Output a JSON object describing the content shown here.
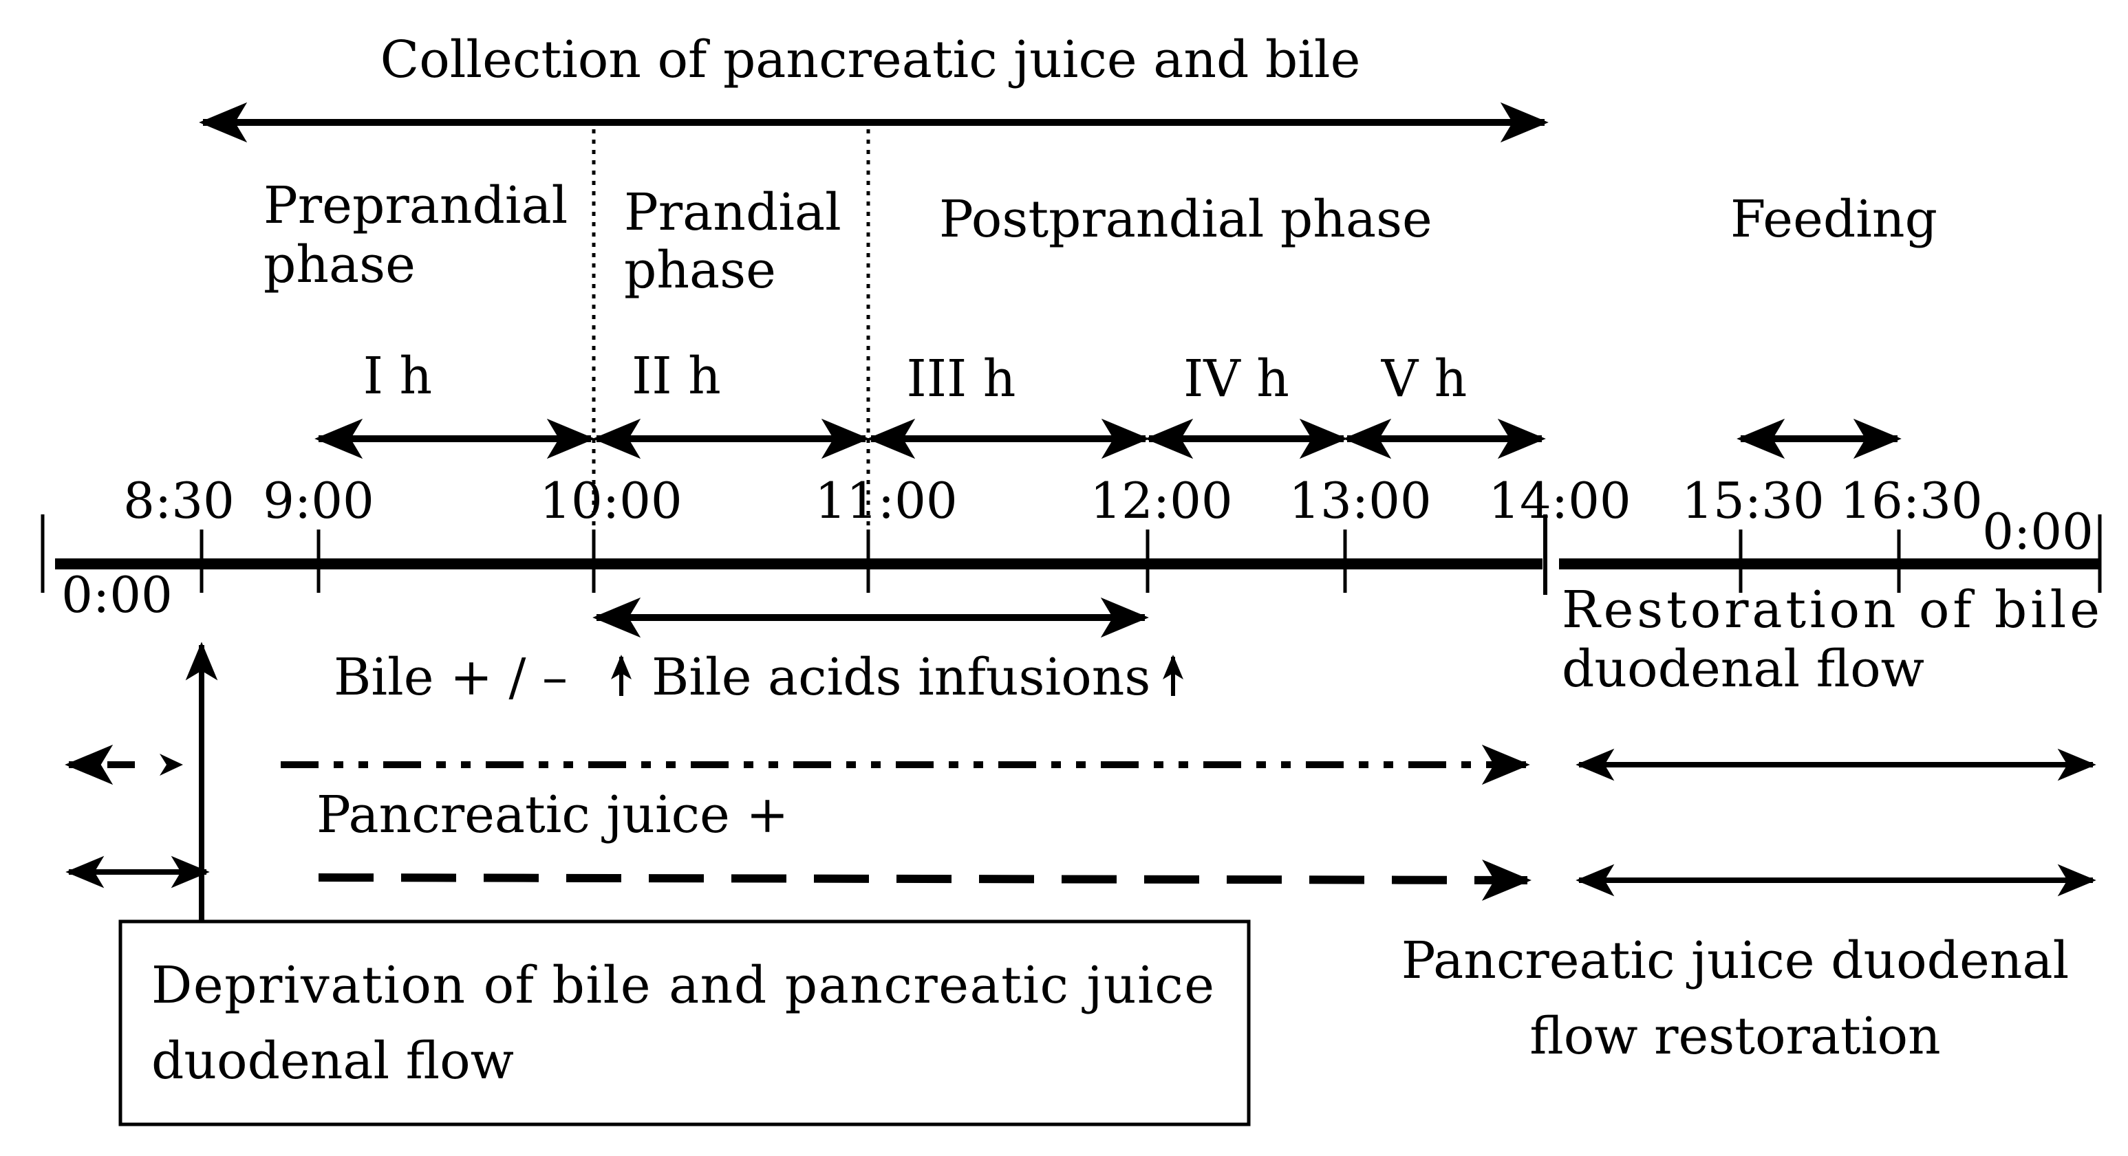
{
  "title": "Collection of pancreatic juice and bile",
  "phases": {
    "preprandial_line1": "Preprandial",
    "preprandial_line2": "phase",
    "prandial_line1": "Prandial",
    "prandial_line2": "phase",
    "postprandial": "Postprandial phase",
    "feeding": "Feeding"
  },
  "hours": [
    "I h",
    "II h",
    "III h",
    "IV h",
    "V h"
  ],
  "times": {
    "t0830": "8:30",
    "t0900": "9:00",
    "t1000": "10:00",
    "t1100": "11:00",
    "t1200": "12:00",
    "t1300": "13:00",
    "t1400": "14:00",
    "t1530": "15:30",
    "t1630": "16:30",
    "t0000_left": "0:00",
    "t0000_right": "0:00"
  },
  "bile_label": "Bile  + / –",
  "bile_acids_label": "Bile acids infusions",
  "restoration_bile_line1": "Restoration    of    bile",
  "restoration_bile_line2": "duodenal flow",
  "pancreatic_juice_label": "Pancreatic juice +",
  "deprivation_line1": "Deprivation  of  bile  and  pancreatic  juice",
  "deprivation_line2": "duodenal flow",
  "pancreatic_restoration_line1": "Pancreatic juice duodenal",
  "pancreatic_restoration_line2": "flow restoration"
}
